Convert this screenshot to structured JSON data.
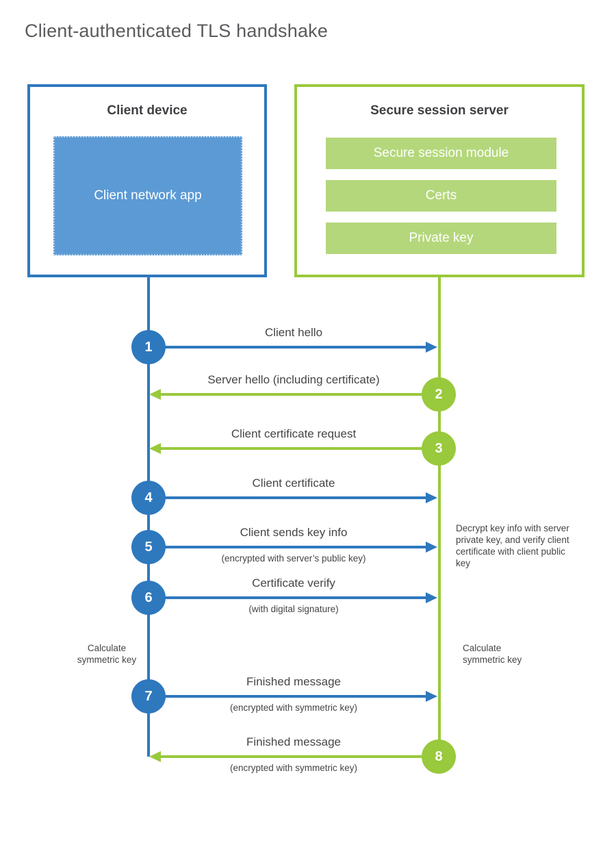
{
  "title": "Client-authenticated TLS handshake",
  "colors": {
    "client_blue": "#2e78be",
    "client_app_fill": "#5b9ad5",
    "server_green": "#99c93c",
    "server_bar_fill": "#b4d77b",
    "text": "#454548",
    "title_gray": "#5a5b5e"
  },
  "client": {
    "title": "Client device",
    "app_label": "Client network app"
  },
  "server": {
    "title": "Secure session server",
    "modules": [
      "Secure session module",
      "Certs",
      "Private key"
    ]
  },
  "steps": [
    {
      "num": "1",
      "label": "Client hello",
      "direction": "client-to-server",
      "color": "blue"
    },
    {
      "num": "2",
      "label": "Server hello (including certificate)",
      "direction": "server-to-client",
      "color": "green"
    },
    {
      "num": "3",
      "label": "Client certificate request",
      "direction": "server-to-client",
      "color": "green"
    },
    {
      "num": "4",
      "label": "Client certificate",
      "direction": "client-to-server",
      "color": "blue"
    },
    {
      "num": "5",
      "label": "Client sends key info",
      "sub": "(encrypted with server’s public key)",
      "direction": "client-to-server",
      "color": "blue"
    },
    {
      "num": "6",
      "label": "Certificate verify",
      "sub": "(with digital signature)",
      "direction": "client-to-server",
      "color": "blue"
    },
    {
      "num": "7",
      "label": "Finished message",
      "sub": "(encrypted with symmetric key)",
      "direction": "client-to-server",
      "color": "blue"
    },
    {
      "num": "8",
      "label": "Finished message",
      "sub": "(encrypted with symmetric key)",
      "direction": "server-to-client",
      "color": "green"
    }
  ],
  "notes": {
    "decrypt": "Decrypt key info with server private key, and verify client certificate with client public key",
    "calc_left": "Calculate symmetric key",
    "calc_right": "Calculate symmetric key"
  }
}
